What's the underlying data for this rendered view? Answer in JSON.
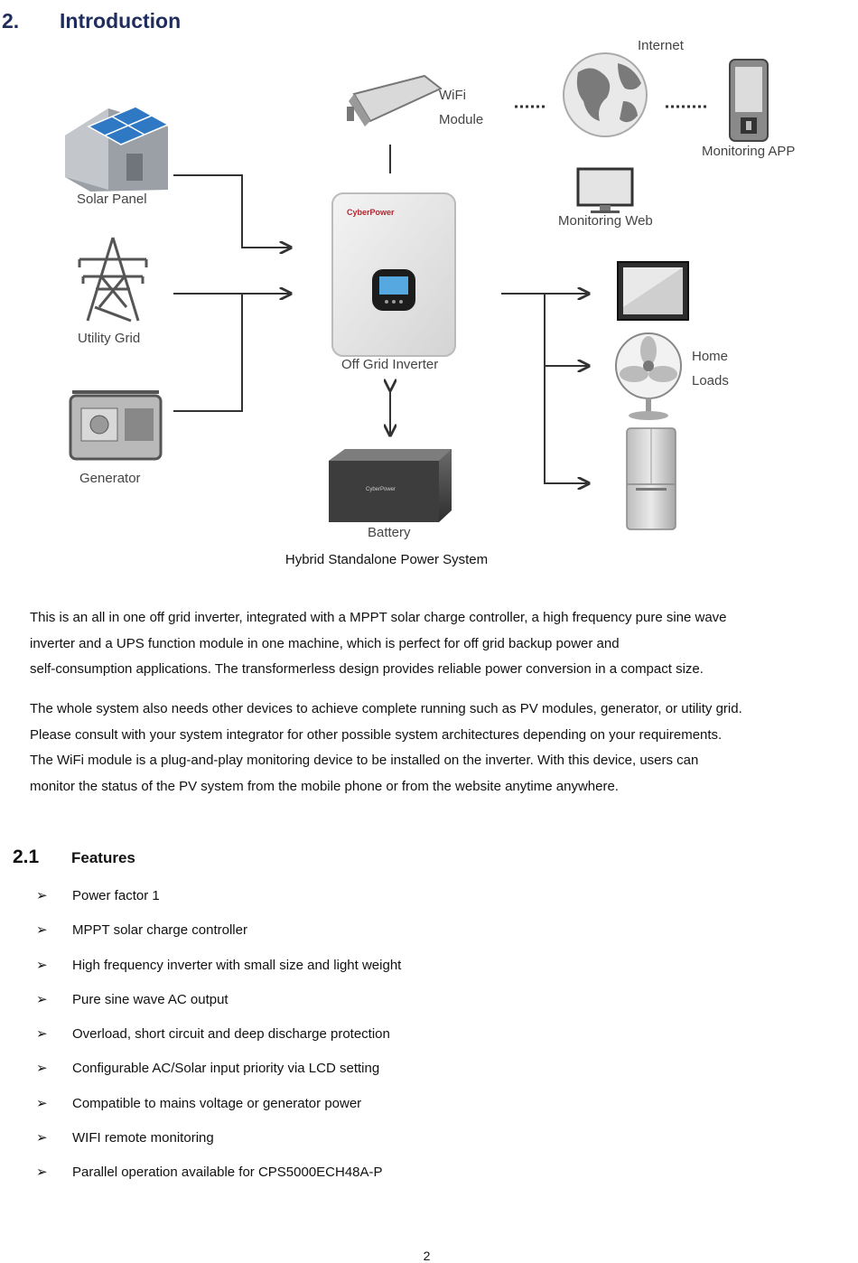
{
  "section": {
    "number": "2.",
    "title": "Introduction"
  },
  "diagram": {
    "labels": {
      "internet": "Internet",
      "wifi_module": [
        "WiFi",
        "Module"
      ],
      "monitoring_app": "Monitoring APP",
      "monitoring_web": "Monitoring Web",
      "solar_panel": "Solar Panel",
      "utility_grid": "Utility Grid",
      "generator": "Generator",
      "inverter": "Off Grid Inverter",
      "battery": "Battery",
      "home_loads": [
        "Home",
        "Loads"
      ],
      "brand": "CyberPower"
    },
    "caption": "Hybrid Standalone Power System"
  },
  "paragraphs": [
    [
      "This is an all in one off grid inverter, integrated with a MPPT solar charge controller, a high frequency pure sine wave",
      "inverter and a UPS function module in one machine, which is perfect for off grid backup power and",
      "self-consumption applications. The transformerless design provides reliable power conversion in a compact size."
    ],
    [
      "The whole system also needs other devices to achieve complete running such as PV modules, generator, or utility grid.",
      "Please consult with your system integrator for other possible system architectures depending on your requirements.",
      "The WiFi module is a plug-and-play monitoring device to be installed on the inverter. With this device, users can",
      "monitor the status of the PV system from the mobile phone or from the website anytime anywhere."
    ]
  ],
  "features": {
    "number": "2.1",
    "title": "Features",
    "bullet": "➢",
    "items": [
      "Power factor 1",
      "MPPT solar charge controller",
      "High frequency inverter with small size and light weight",
      "Pure sine wave AC output",
      "Overload, short circuit and deep discharge protection",
      "Configurable AC/Solar input priority via LCD setting",
      "Compatible to mains voltage or generator power",
      "WIFI remote monitoring",
      "Parallel operation available for CPS5000ECH48A-P"
    ]
  },
  "page_number": "2"
}
